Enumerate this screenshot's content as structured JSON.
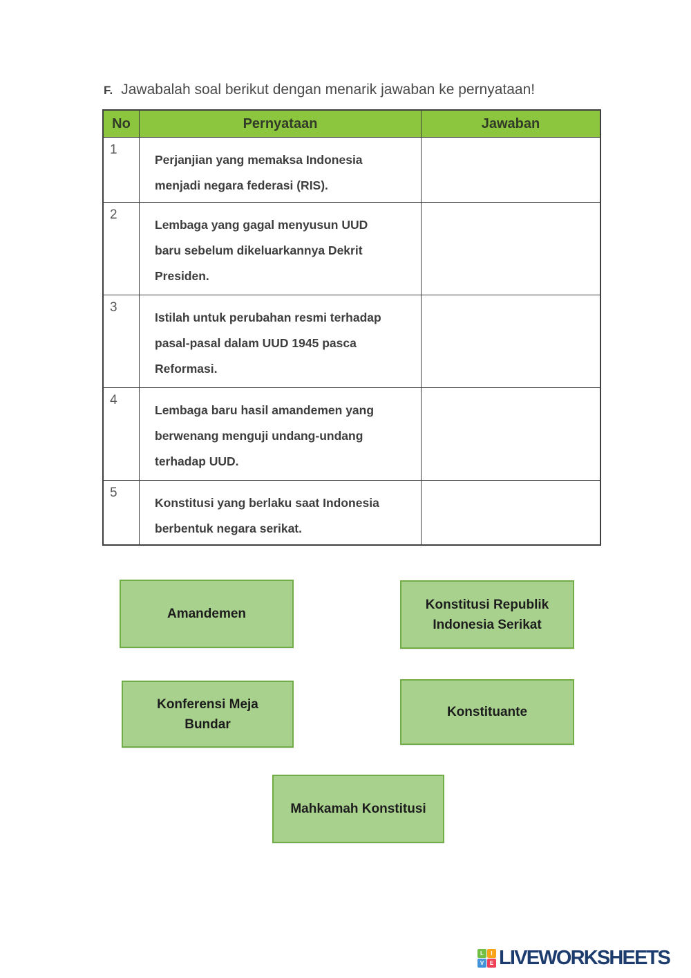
{
  "title": {
    "letter": "F.",
    "instruction": "Jawabalah soal berikut dengan menarik jawaban ke pernyataan!"
  },
  "table": {
    "header_color": "#8CC63F",
    "border_color": "#3f3f3f",
    "headers": [
      "No",
      "Pernyataan",
      "Jawaban"
    ],
    "rows": [
      {
        "no": "1",
        "statement": "Perjanjian yang memaksa Indonesia\nmenjadi negara federasi (RIS).",
        "answer": ""
      },
      {
        "no": "2",
        "statement": "Lembaga yang gagal menyusun UUD\nbaru sebelum dikeluarkannya Dekrit\nPresiden.",
        "answer": ""
      },
      {
        "no": "3",
        "statement": "Istilah untuk perubahan resmi terhadap\npasal-pasal dalam UUD 1945 pasca\nReformasi.",
        "answer": ""
      },
      {
        "no": "4",
        "statement": "Lembaga baru hasil amandemen yang\nberwenang menguji undang-undang\nterhadap UUD.",
        "answer": ""
      },
      {
        "no": "5",
        "statement": "Konstitusi yang berlaku saat Indonesia\nberbentuk negara serikat.",
        "answer": ""
      }
    ]
  },
  "word_bank": {
    "fill_color": "#A9D18E",
    "border_color": "#70AD47",
    "items": [
      {
        "label": "Amandemen"
      },
      {
        "label": "Konstitusi Republik\nIndonesia Serikat"
      },
      {
        "label": "Konferensi Meja\nBundar"
      },
      {
        "label": "Konstituante"
      },
      {
        "label": "Mahkamah Konstitusi"
      }
    ]
  },
  "footer": {
    "brand": "LIVEWORKSHEETS",
    "brand_color": "#1D3C6E",
    "logo_squares": [
      {
        "letter": "L",
        "color": "#72BF44"
      },
      {
        "letter": "I",
        "color": "#F9A51A"
      },
      {
        "letter": "V",
        "color": "#4593D9"
      },
      {
        "letter": "E",
        "color": "#EF4156"
      }
    ]
  }
}
